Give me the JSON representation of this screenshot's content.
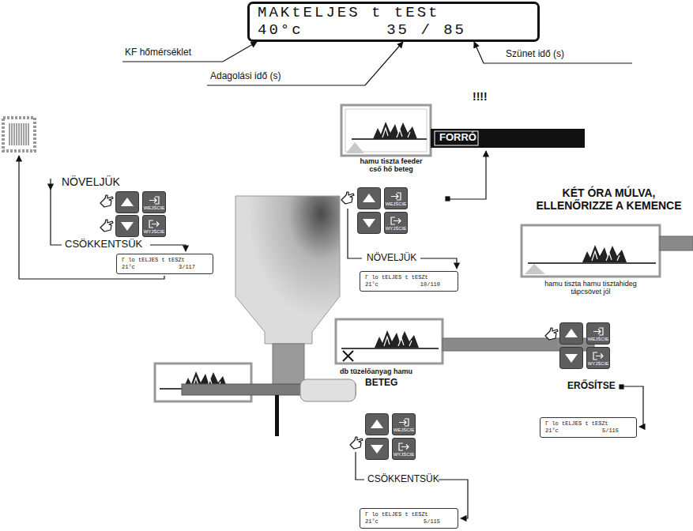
{
  "diagram": {
    "nodes": [
      {
        "text": [
          "MAKtELJES t tESt",
          "40°c",
          "35 / 85"
        ]
      },
      {
        "text": [
          "WEJŚCIE"
        ]
      },
      {
        "text": [
          "WYJŚCIE"
        ]
      },
      {
        "text": [
          "WEJŚCIE"
        ]
      },
      {
        "text": [
          "WYJŚCIE"
        ]
      },
      {
        "text": [
          "Г lo tELJES t tESZt",
          "21°c",
          "3/117"
        ]
      },
      {
        "text": [
          "Г lo tELJES t tESZt",
          "21°c",
          "10/110"
        ]
      },
      {
        "text": [
          "WEJŚCIE"
        ]
      },
      {
        "text": [
          "WYJŚCIE"
        ]
      },
      {
        "text": [
          "Г lo tELJES t tESZt",
          "21°c",
          "5/115"
        ]
      },
      {
        "text": [
          "WEJŚCIE"
        ]
      },
      {
        "text": [
          "WYJŚCIE"
        ]
      },
      {
        "text": [
          "Г lo tELJES t tESZt",
          "21°c",
          "5/115"
        ]
      }
    ],
    "labels": [
      "KF hőmérséklet",
      "Szünet idő (s)",
      "Adagolási idő (s)",
      "!!!!",
      "FORRÓ",
      "hamu tiszta feeder cső hő beteg",
      "NÖVELJÜK",
      "NÖVELJÜK",
      "KÉT ÓRA MÚLVA, ELLENŐRIZZE A KEMENCE",
      "hamu tiszta hamu tisztahideg tápcsövet jól",
      "db tüzelőanyag hamu",
      "BETEG",
      "ERŐSÍTSE",
      "CSÖKKENTSÜK",
      "CSÖKKENTSÜK"
    ]
  }
}
